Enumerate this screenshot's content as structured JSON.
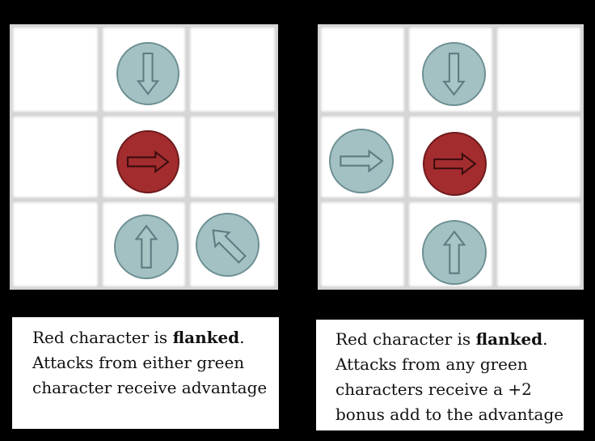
{
  "colors": {
    "ally_fill": "#a3c1c2",
    "ally_border": "#6d8f92",
    "target_fill": "#a32c2e",
    "target_border": "#6e1a1c",
    "arrow_fill": "#a9c6c7",
    "arrow_stroke": "#5c7c80"
  },
  "panels": [
    {
      "tokens": [
        {
          "role": "ally",
          "direction": "down"
        },
        {
          "role": "target",
          "direction": "right"
        },
        {
          "role": "ally",
          "direction": "up"
        },
        {
          "role": "ally",
          "direction": "up-left"
        }
      ],
      "caption": {
        "line1_pre": "Red character is ",
        "line1_bold": "flanked",
        "line1_post": ".",
        "line2": "Attacks from either green",
        "line3": "character receive  advantage",
        "line4": ""
      }
    },
    {
      "tokens": [
        {
          "role": "ally",
          "direction": "down"
        },
        {
          "role": "ally",
          "direction": "right"
        },
        {
          "role": "target",
          "direction": "right"
        },
        {
          "role": "ally",
          "direction": "up"
        }
      ],
      "caption": {
        "line1_pre": "Red character is ",
        "line1_bold": "flanked",
        "line1_post": ".",
        "line2": "Attacks from any green",
        "line3": "characters receive  a +2",
        "line4": "bonus add to the advantage"
      }
    }
  ]
}
